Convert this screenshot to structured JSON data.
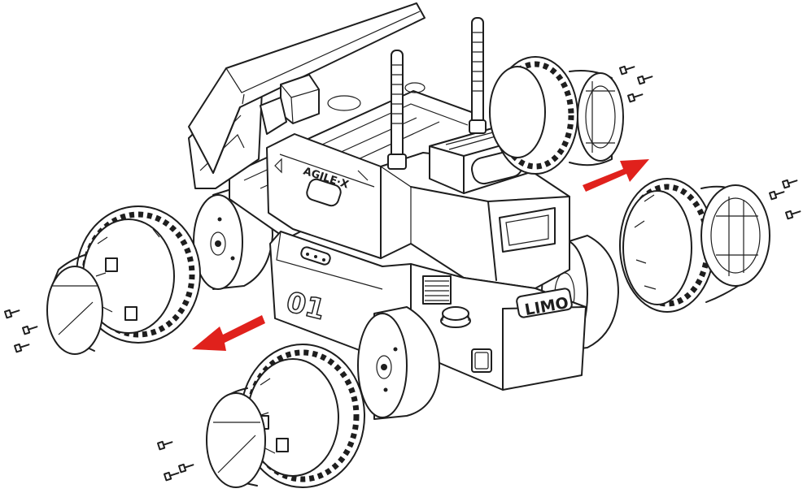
{
  "diagram": {
    "body_brand_label": "AGILE·X",
    "front_label": "LIMO",
    "side_number": "01",
    "arrow_color": "#e0211c",
    "line_color": "#1e1e1e"
  }
}
